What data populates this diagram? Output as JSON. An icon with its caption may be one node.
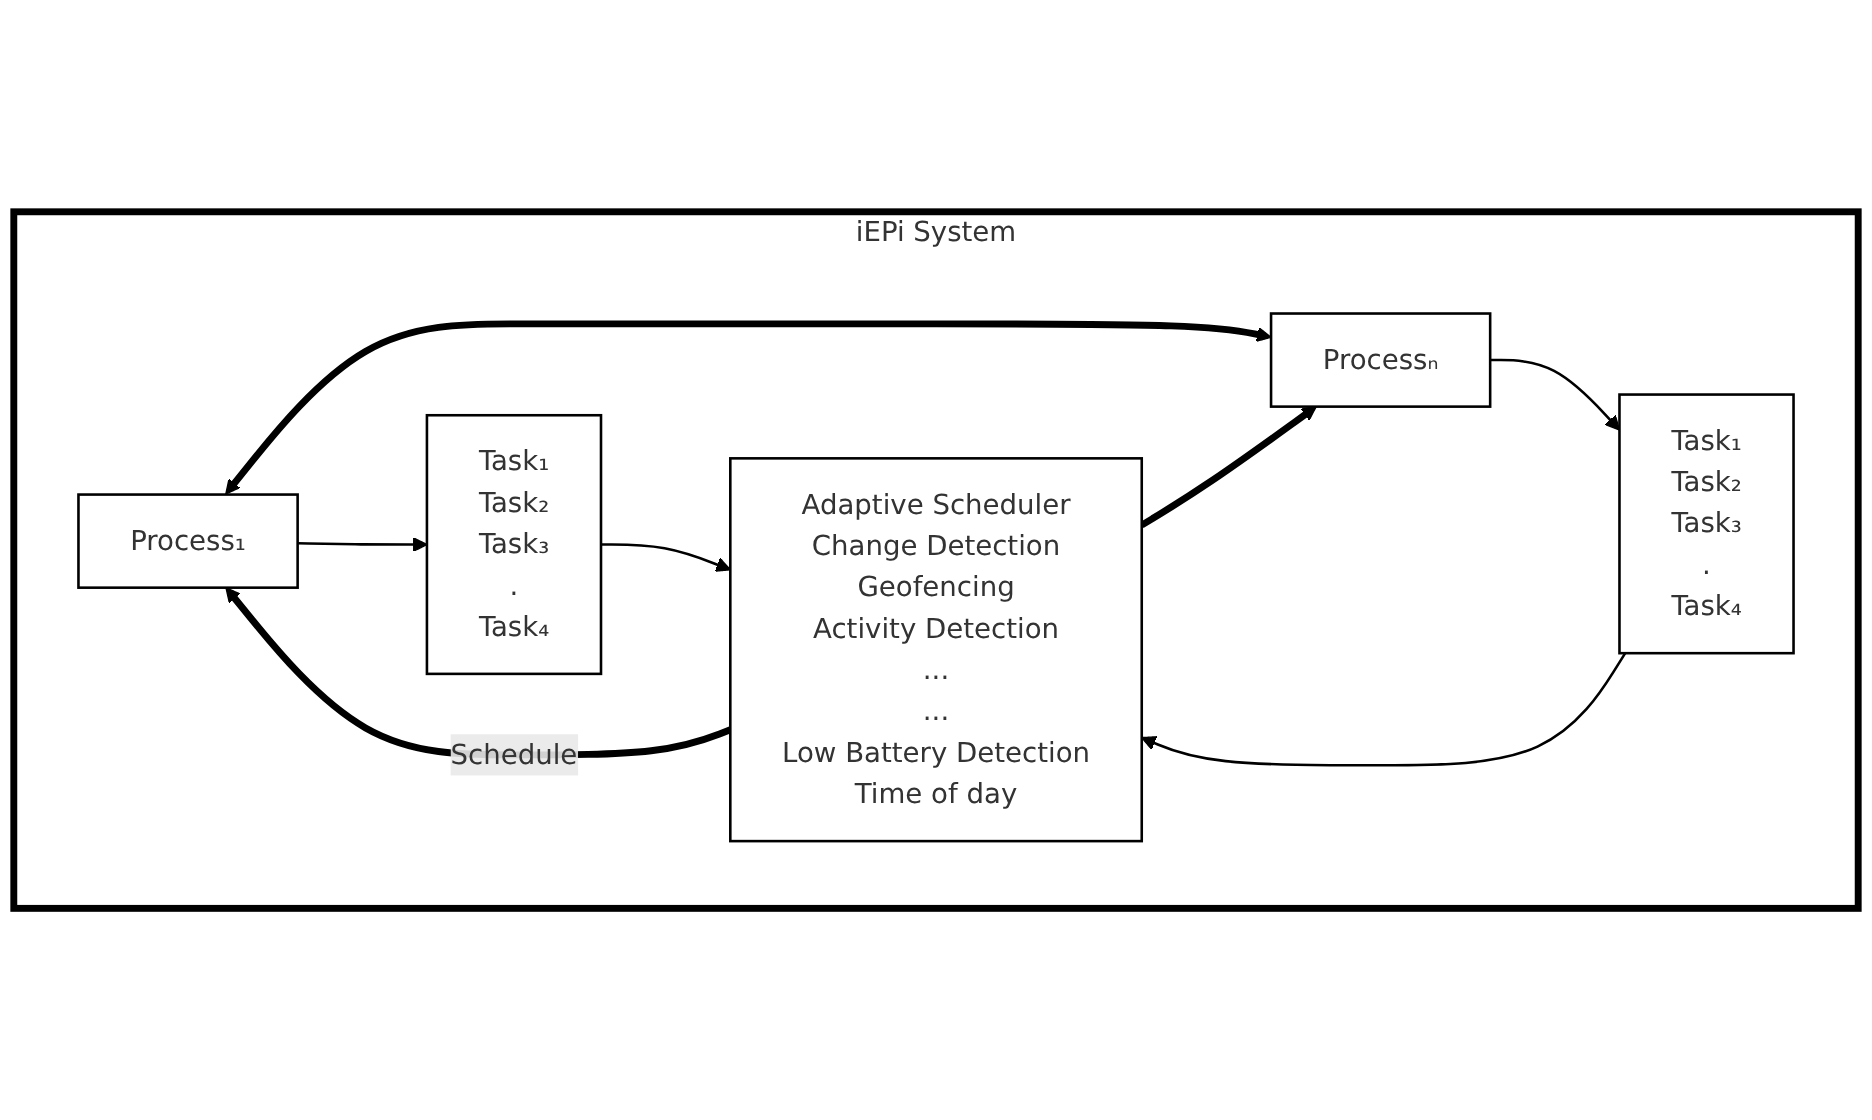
{
  "diagram": {
    "nodes": [
      {
        "text": [
          "iEPi System"
        ]
      },
      {
        "text": [
          "Process₁"
        ],
        "in": 0
      },
      {
        "text": [
          "Task₁",
          "Task₂",
          "Task₃",
          ".",
          "Task₄"
        ],
        "in": 0
      },
      {
        "text": [
          "Adaptive Scheduler",
          "Change Detection",
          "Geofencing",
          "Activity Detection",
          "...",
          "...",
          "Low Battery Detection",
          "Time of day"
        ],
        "in": 0
      },
      {
        "text": [
          "Processₙ"
        ],
        "in": 0
      },
      {
        "text": [
          "Task₁",
          "Task₂",
          "Task₃",
          ".",
          "Task₄"
        ],
        "in": 0
      }
    ],
    "edges": [
      {
        "from": 1,
        "to": 2,
        "arrow": "to"
      },
      {
        "from": 2,
        "to": 3,
        "arrow": "to"
      },
      {
        "from": 4,
        "to": 5,
        "arrow": "to"
      },
      {
        "from": 5,
        "to": 3,
        "arrow": "to"
      },
      {
        "from": 1,
        "to": 4,
        "arrow": "both",
        "style": "thick"
      },
      {
        "from": 3,
        "to": 1,
        "arrow": "to",
        "style": "thick",
        "label": "Schedule"
      },
      {
        "from": 3,
        "to": 4,
        "arrow": "to",
        "style": "thick"
      }
    ]
  }
}
